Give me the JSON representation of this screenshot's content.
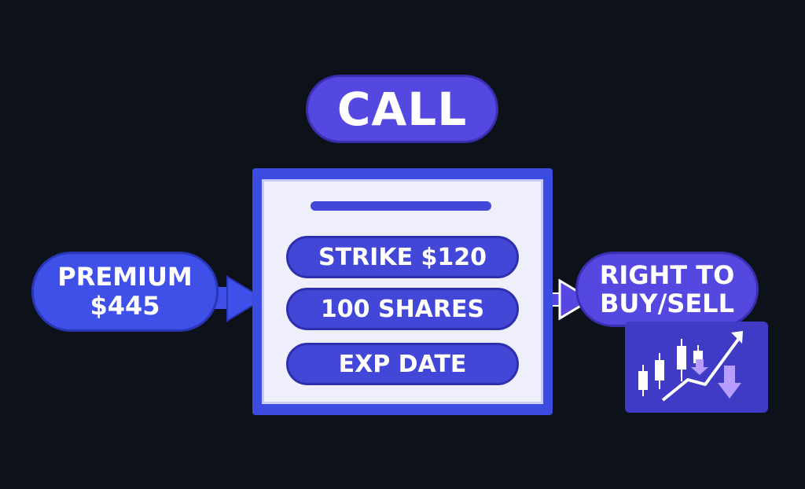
{
  "title": "CALL",
  "premium": {
    "line1": "PREMIUM",
    "line2": "$445"
  },
  "contract": {
    "strike": "STRIKE $120",
    "shares": "100 SHARES",
    "exp": "EXP DATE"
  },
  "outcome": {
    "line1": "RIGHT TO",
    "line2": "BUY/SELL"
  },
  "icons": {
    "chart": "candlestick-chart-icon"
  },
  "colors": {
    "background": "#0d1119",
    "primary": "#4347d8",
    "accent": "#5548e0",
    "card": "#eeeffb"
  }
}
